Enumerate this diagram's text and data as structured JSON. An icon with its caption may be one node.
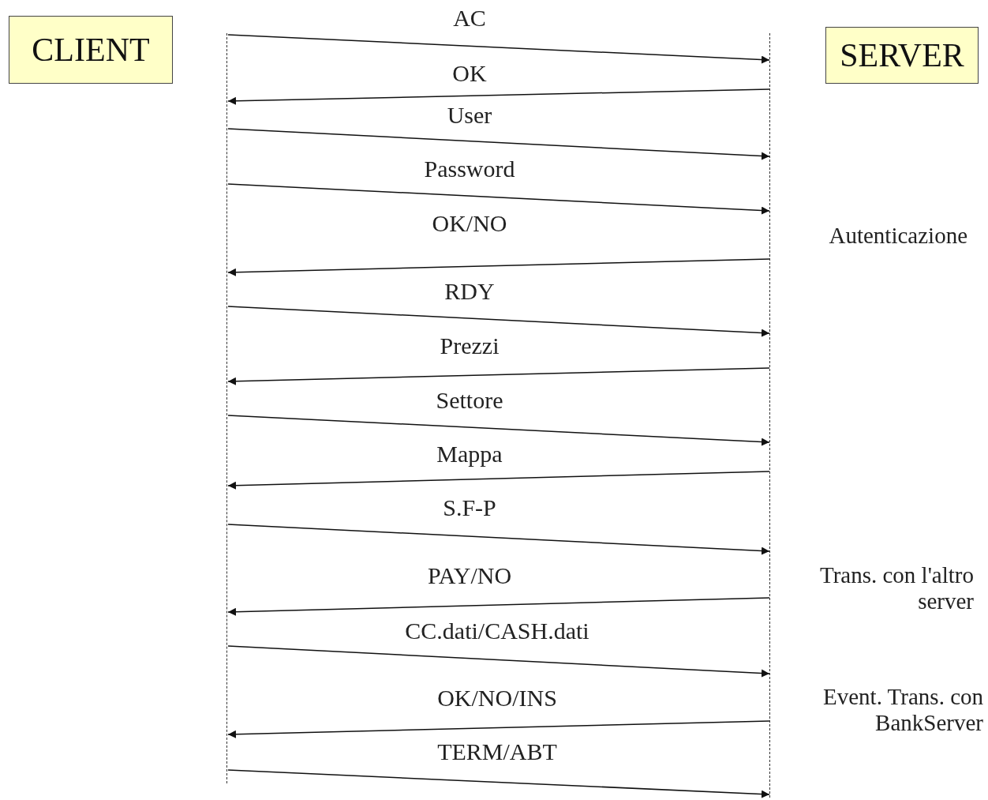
{
  "diagram": {
    "nodes": [
      {
        "text": [
          "CLIENT"
        ]
      },
      {
        "text": [
          "SERVER"
        ]
      },
      {
        "text": [],
        "shape": "line"
      },
      {
        "text": [],
        "shape": "line"
      }
    ],
    "edges": [
      {
        "from": 2,
        "to": 3,
        "arrow": "to",
        "label": "AC"
      },
      {
        "from": 3,
        "to": 2,
        "arrow": "to",
        "label": "OK"
      },
      {
        "from": 2,
        "to": 3,
        "arrow": "to",
        "label": "User"
      },
      {
        "from": 2,
        "to": 3,
        "arrow": "to",
        "label": "Password"
      },
      {
        "from": 3,
        "to": 2,
        "arrow": "to",
        "label": "OK/NO"
      },
      {
        "from": 2,
        "to": 3,
        "arrow": "to",
        "label": "RDY"
      },
      {
        "from": 3,
        "to": 2,
        "arrow": "to",
        "label": "Prezzi"
      },
      {
        "from": 2,
        "to": 3,
        "arrow": "to",
        "label": "Settore"
      },
      {
        "from": 3,
        "to": 2,
        "arrow": "to",
        "label": "Mappa"
      },
      {
        "from": 2,
        "to": 3,
        "arrow": "to",
        "label": "S.F-P"
      },
      {
        "from": 3,
        "to": 2,
        "arrow": "to",
        "label": "PAY/NO"
      },
      {
        "from": 2,
        "to": 3,
        "arrow": "to",
        "label": "CC.dati/CASH.dati"
      },
      {
        "from": 3,
        "to": 2,
        "arrow": "to",
        "label": "OK/NO/INS"
      },
      {
        "from": 2,
        "to": 3,
        "arrow": "to",
        "label": "TERM/ABT"
      }
    ],
    "labels": [
      "Autenticazione",
      "Trans. con l'altro server",
      "Event. Trans. con BankServer"
    ]
  }
}
